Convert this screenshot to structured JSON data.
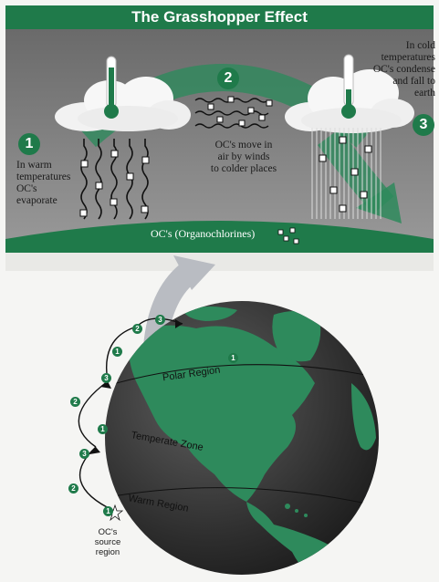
{
  "title": "The Grasshopper Effect",
  "steps": [
    {
      "number": "1",
      "text_lines": [
        "In warm",
        "temperatures",
        "OC's",
        "evaporate"
      ]
    },
    {
      "number": "2",
      "text_lines": [
        "OC's move in",
        "air by winds",
        "to colder places"
      ]
    },
    {
      "number": "3",
      "text_lines": [
        "In cold",
        "temperatures",
        "OC's condense",
        "and fall to",
        "earth"
      ]
    }
  ],
  "ground_label": "OC's (Organochlorines)",
  "globe_labels": {
    "polar": "Polar Region",
    "temperate": "Temperate Zone",
    "warm": "Warm Region"
  },
  "source_label_lines": [
    "OC's",
    "source",
    "region"
  ],
  "hop_markers": [
    "1",
    "2",
    "3",
    "1",
    "2",
    "3",
    "1",
    "2",
    "3",
    "1"
  ],
  "colors": {
    "accent_green": "#1f7a4a",
    "globe_green": "#2e8a5c",
    "dark_gray": "#3a3a3a",
    "sky_gray": "#6b6b6b",
    "arrow_gray": "#b9bcc2"
  },
  "icons": [
    "thermometer-icon",
    "cloud-icon",
    "star-icon"
  ]
}
